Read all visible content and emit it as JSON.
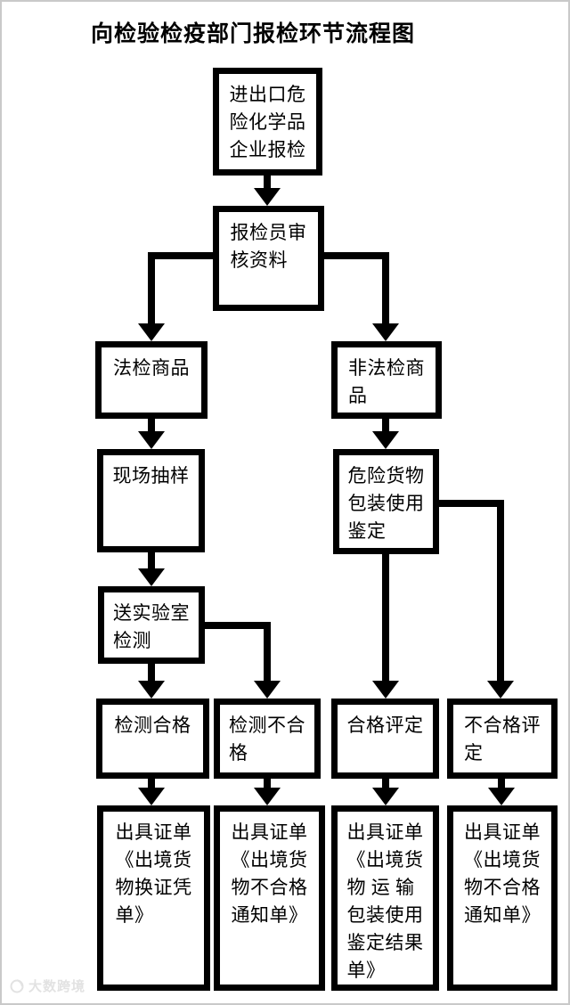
{
  "page": {
    "title": "向检验检疫部门报检环节流程图",
    "watermark": "大数跨境"
  },
  "flowchart": {
    "nodes": {
      "declare": "进出口危\n险化学品\n企业报检",
      "review": "报检员审\n核资料",
      "legal": "法检商品",
      "nonlegal": "非法检商\n品",
      "sampling": "现场抽样",
      "dangerous": "危险货物\n包装使用\n鉴定",
      "lab": "送实验室\n检测",
      "pass": "检测合格",
      "fail": "检测不合\n格",
      "assess_pass": "合格评定",
      "assess_fail": "不合格评\n定",
      "cert_change": "出具证单\n《出境货\n物换证凭\n单》",
      "cert_fail_a": "出具证单\n《出境货\n物不合格\n通知单》",
      "cert_pack": "出具证单\n《出境货\n物 运 输\n包装使用\n鉴定结果\n单》",
      "cert_fail_b": "出具证单\n《出境货\n物不合格\n通知单》"
    },
    "edges": [
      "declare->review",
      "review->legal",
      "review->nonlegal",
      "legal->sampling",
      "nonlegal->dangerous",
      "sampling->lab",
      "lab->pass",
      "lab->fail",
      "dangerous->assess_pass",
      "dangerous->assess_fail",
      "pass->cert_change",
      "fail->cert_fail_a",
      "assess_pass->cert_pack",
      "assess_fail->cert_fail_b"
    ]
  }
}
